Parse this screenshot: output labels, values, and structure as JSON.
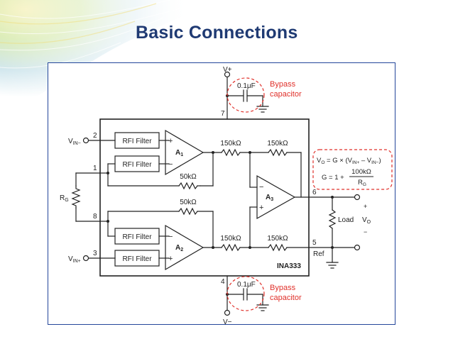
{
  "slide": {
    "title": "Basic Connections",
    "colors": {
      "title": "#1f3a73",
      "frame": "#24469a",
      "annotation_red": "#e0302a",
      "wire": "#222222"
    }
  },
  "schematic": {
    "chip_name": "INA333",
    "supply_pos": "V+",
    "supply_neg": "V−",
    "pin_top": "7",
    "pin_bottom": "4",
    "pin_vin_neg": "2",
    "pin_rg_top": "1",
    "pin_rg_bottom": "8",
    "pin_vin_pos": "3",
    "pin_out": "6",
    "pin_ref": "5",
    "vin_neg": {
      "main": "V",
      "sub": "IN−"
    },
    "vin_pos": {
      "main": "V",
      "sub": "IN+"
    },
    "rg": {
      "main": "R",
      "sub": "G"
    },
    "rfi_filter": "RFI Filter",
    "amp_a1": {
      "main": "A",
      "sub": "1"
    },
    "amp_a2": {
      "main": "A",
      "sub": "2"
    },
    "amp_a3": {
      "main": "A",
      "sub": "3"
    },
    "plus_sign": "+",
    "minus_sign": "−",
    "res_150k": "150kΩ",
    "res_50k": "50kΩ",
    "cap_value": {
      "main": "0.1",
      "unit": "μF"
    },
    "bypass_line1": "Bypass",
    "bypass_line2": "capacitor",
    "load": "Load",
    "ref": "Ref",
    "vo": {
      "main": "V",
      "sub": "O"
    },
    "formula_line1": {
      "a": "V",
      "a_sub": "O",
      "b": " = G × (V",
      "b_sub": "IN+",
      "c": " – V",
      "c_sub": "IN−",
      "d": ")"
    },
    "formula_line2": {
      "prefix": "G = 1 + ",
      "numerator": "100kΩ",
      "den_main": "R",
      "den_sub": "G"
    }
  }
}
